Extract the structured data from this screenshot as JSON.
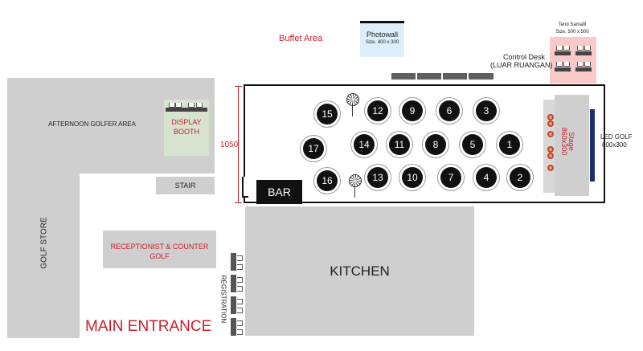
{
  "labels": {
    "buffet_area": "Buffet Area",
    "photowall_title": "Photowall",
    "photowall_size": "Size. 400 x 300",
    "tend_title": "Tend Samafil",
    "tend_size": "Size. 500 x 500",
    "control_desk_line1": "Control Desk",
    "control_desk_line2": "(LUAR RUANGAN)",
    "afternoon_golfer_area": "AFTERNOON GOLFER AREA",
    "display_booth_line1": "DISPLAY",
    "display_booth_line2": "BOOTH",
    "hall_width": "1050",
    "stair": "STAIR",
    "bar": "BAR",
    "golf_store": "GOLF STORE",
    "receptionist_line1": "RECEPTIONIST & COUNTER",
    "receptionist_line2": "GOLF",
    "kitchen": "KITCHEN",
    "registration": "REGISTRATION",
    "main_entrance": "MAIN ENTRANCE",
    "stage_line1": "Stage",
    "stage_line2": "860x300",
    "led_line1": "LED GOLF",
    "led_line2": "600x300"
  },
  "tables": [
    "1",
    "2",
    "3",
    "4",
    "5",
    "6",
    "7",
    "8",
    "9",
    "10",
    "11",
    "12",
    "13",
    "14",
    "15",
    "16",
    "17"
  ],
  "colors": {
    "room_gray": "#cfcfcf",
    "accent_red": "#c8202a",
    "booth_green": "#d5e3cf",
    "photowall_blue": "#dbeefa",
    "tend_pink": "#f7c9c9",
    "led_navy": "#1f2f6b"
  },
  "icons": [
    "fan-icon",
    "flower-icon",
    "chair-icon"
  ]
}
